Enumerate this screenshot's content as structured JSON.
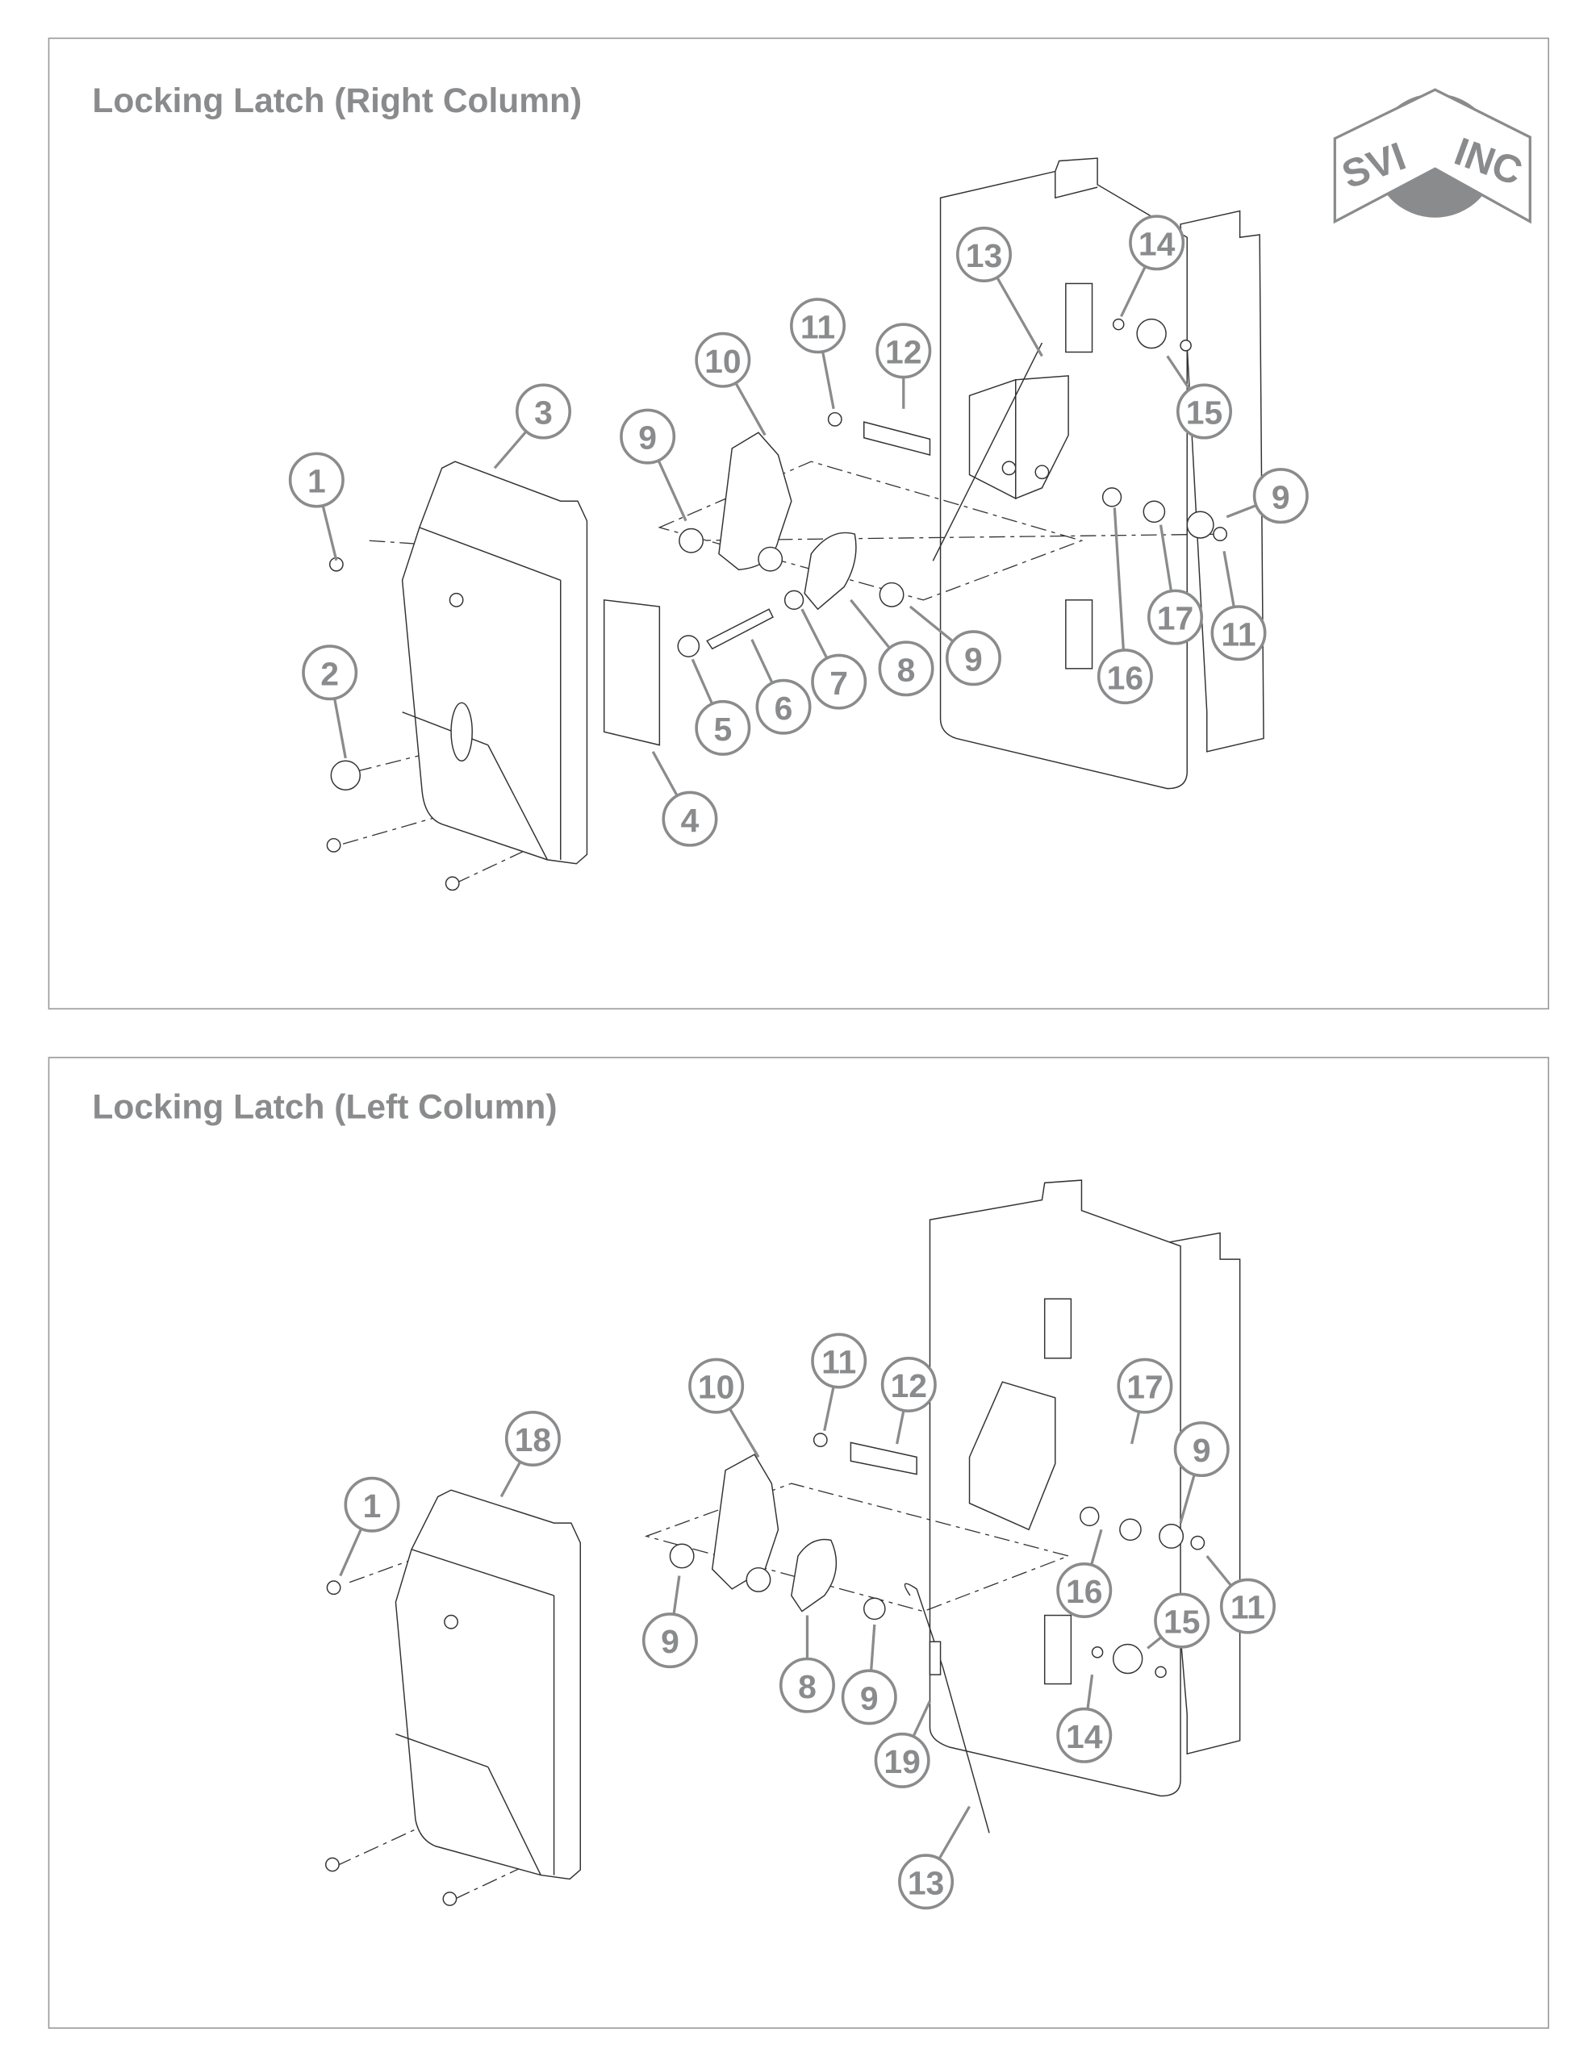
{
  "panels": [
    {
      "title": "Locking Latch (Right Column)",
      "callouts": [
        "1",
        "2",
        "3",
        "4",
        "5",
        "6",
        "7",
        "8",
        "9",
        "9",
        "9",
        "10",
        "11",
        "11",
        "12",
        "13",
        "14",
        "15",
        "16",
        "17"
      ]
    },
    {
      "title": "Locking Latch (Left Column)",
      "callouts": [
        "1",
        "18",
        "10",
        "11",
        "12",
        "17",
        "9",
        "11",
        "15",
        "16",
        "14",
        "9",
        "8",
        "9",
        "19",
        "13"
      ]
    }
  ],
  "logo": {
    "text_left": "SVI",
    "text_right": "INC"
  },
  "colors": {
    "label_gray": "#8a8b8d",
    "line": "#333333",
    "border": "#9a9a9a"
  }
}
